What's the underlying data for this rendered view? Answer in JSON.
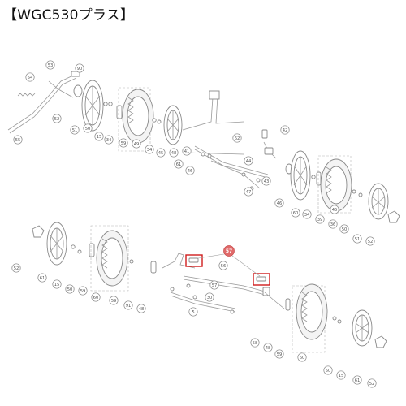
{
  "title": "【WGC530プラス】",
  "callouts_top": [
    "53",
    "90",
    "54",
    "55",
    "52",
    "51",
    "50",
    "15",
    "34",
    "59",
    "49",
    "34",
    "45",
    "48",
    "61",
    "62",
    "42",
    "41",
    "44",
    "46",
    "43",
    "47",
    "46",
    "60",
    "34",
    "39",
    "36",
    "45",
    "50",
    "51",
    "52"
  ],
  "callouts_bottom": [
    "52",
    "61",
    "15",
    "50",
    "59",
    "60",
    "59",
    "91",
    "48",
    "56",
    "57",
    "30",
    "5",
    "58",
    "48",
    "59",
    "60",
    "50",
    "15",
    "61",
    "52"
  ],
  "highlight_label": "57"
}
